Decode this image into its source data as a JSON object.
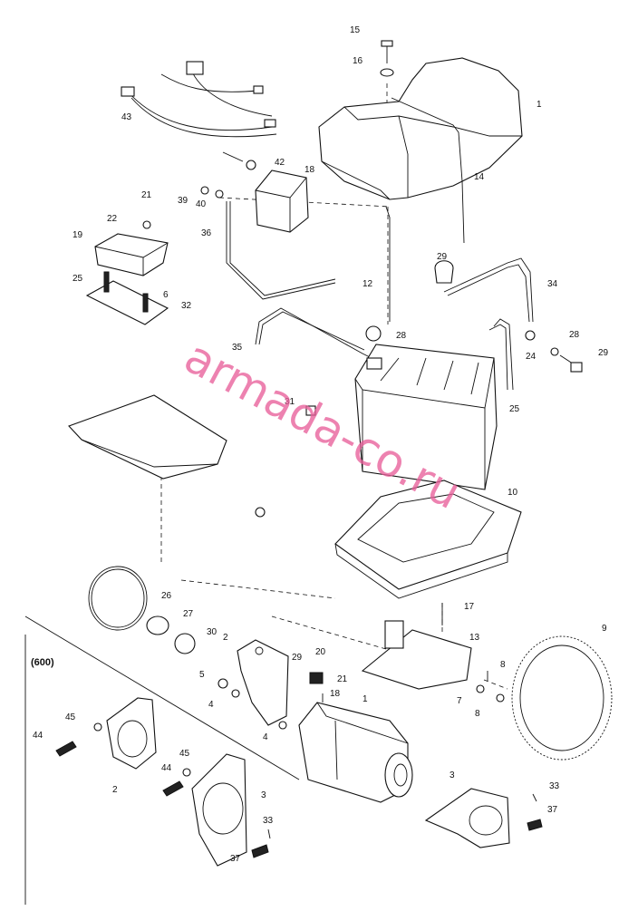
{
  "watermark": "armada-co.ru",
  "variant_label": "(600)",
  "callouts": {
    "c15": "15",
    "c16": "16",
    "c1_top": "1",
    "c14": "14",
    "c43": "43",
    "c42": "42",
    "c18_top": "18",
    "c21": "21",
    "c22": "22",
    "c39": "39",
    "c40": "40",
    "c36": "36",
    "c19": "19",
    "c25_left": "25",
    "c6": "6",
    "c32": "32",
    "c12": "12",
    "c29_top": "29",
    "c34": "34",
    "c35": "35",
    "c28_mid": "28",
    "c28_right": "28",
    "c24": "24",
    "c29_right": "29",
    "c31": "31",
    "c25_bat": "25",
    "c10": "10",
    "c26": "26",
    "c27": "27",
    "c30": "30",
    "c2_mid": "2",
    "c29_low": "29",
    "c20": "20",
    "c18_low": "18",
    "c1_low": "1",
    "c21_low": "21",
    "c5": "5",
    "c4_a": "4",
    "c4_b": "4",
    "c17": "17",
    "c13": "13",
    "c9": "9",
    "c8_bolt": "8",
    "c7": "7",
    "c8": "8",
    "c3_mid": "3",
    "c33_right": "33",
    "c37_right": "37",
    "c45_a": "45",
    "c44_a": "44",
    "c2_inset": "2",
    "c45_b": "45",
    "c44_b": "44",
    "c3_inset": "3",
    "c33_inset": "33",
    "c37_inset": "37"
  },
  "colors": {
    "watermark": "#e8609a",
    "ink": "#111111"
  }
}
